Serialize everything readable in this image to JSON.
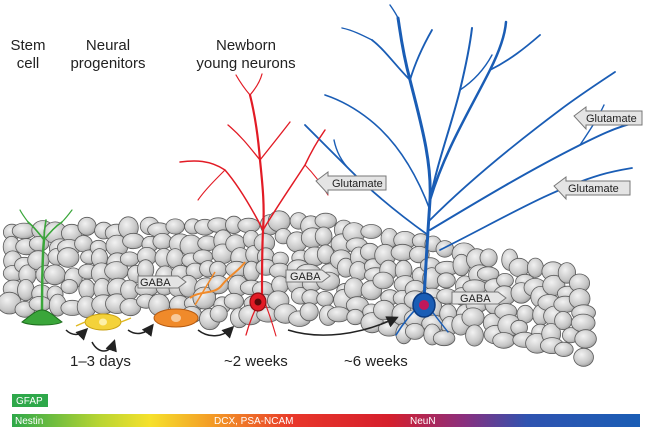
{
  "labels": {
    "stem_cell": "Stem\ncell",
    "neural_progenitors": "Neural\nprogenitors",
    "newborn_neurons": "Newborn\nyoung neurons"
  },
  "timeline": {
    "t1": "1–3 days",
    "t2": "~2 weeks",
    "t3": "~6 weeks"
  },
  "signals": {
    "gaba": "GABA",
    "glutamate": "Glutamate"
  },
  "markers": {
    "gfap": "GFAP",
    "nestin": "Nestin",
    "dcx": "DCX, PSA-NCAM",
    "neun": "NeuN"
  },
  "colors": {
    "stem": "#3aa63a",
    "progenitor_yellow": "#f4d23a",
    "progenitor_orange": "#f08a2a",
    "young_neuron": "#e21b25",
    "mature_neuron": "#1a5db5",
    "cell_fill": "#c9c9c9",
    "cell_stroke": "#5a5a5a"
  }
}
